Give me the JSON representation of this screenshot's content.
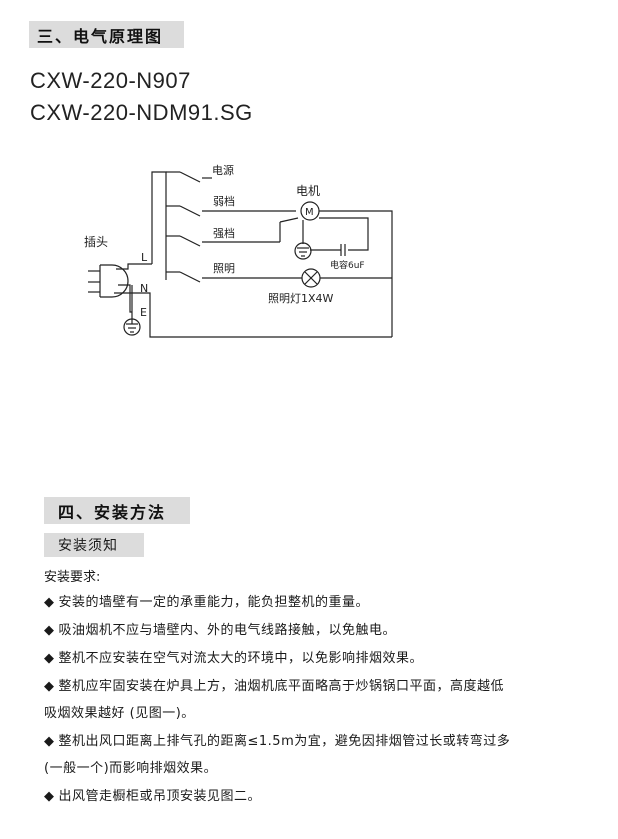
{
  "section3": {
    "title": "三、电气原理图"
  },
  "models": [
    "CXW-220-N907",
    "CXW-220-NDM91.SG"
  ],
  "diagram": {
    "plug_label": "插头",
    "terminal_L": "L",
    "terminal_N": "N",
    "terminal_E": "E",
    "switch_power": "电源",
    "switch_low": "弱档",
    "switch_high": "强档",
    "switch_light": "照明",
    "motor_label": "电机",
    "motor_symbol": "M",
    "capacitor_label": "电容6uF",
    "lamp_label": "照明灯1X4W"
  },
  "section4": {
    "title": "四、安装方法",
    "subtitle": "安装须知",
    "requirements_title": "安装要求:",
    "bullet_symbol": "◆",
    "items": [
      "安装的墙壁有一定的承重能力，能负担整机的重量。",
      "吸油烟机不应与墙壁内、外的电气线路接触，以免触电。",
      "整机不应安装在空气对流太大的环境中，以免影响排烟效果。",
      "整机应牢固安装在炉具上方，油烟机底平面略高于炒锅锅口平面，高度越低",
      "吸烟效果越好 (见图一)。",
      "整机出风口距离上排气孔的距离≤1.5m为宜，避免因排烟管过长或转弯过多",
      "(一般一个)而影响排烟效果。",
      "出风管走橱柜或吊顶安装见图二。"
    ]
  }
}
